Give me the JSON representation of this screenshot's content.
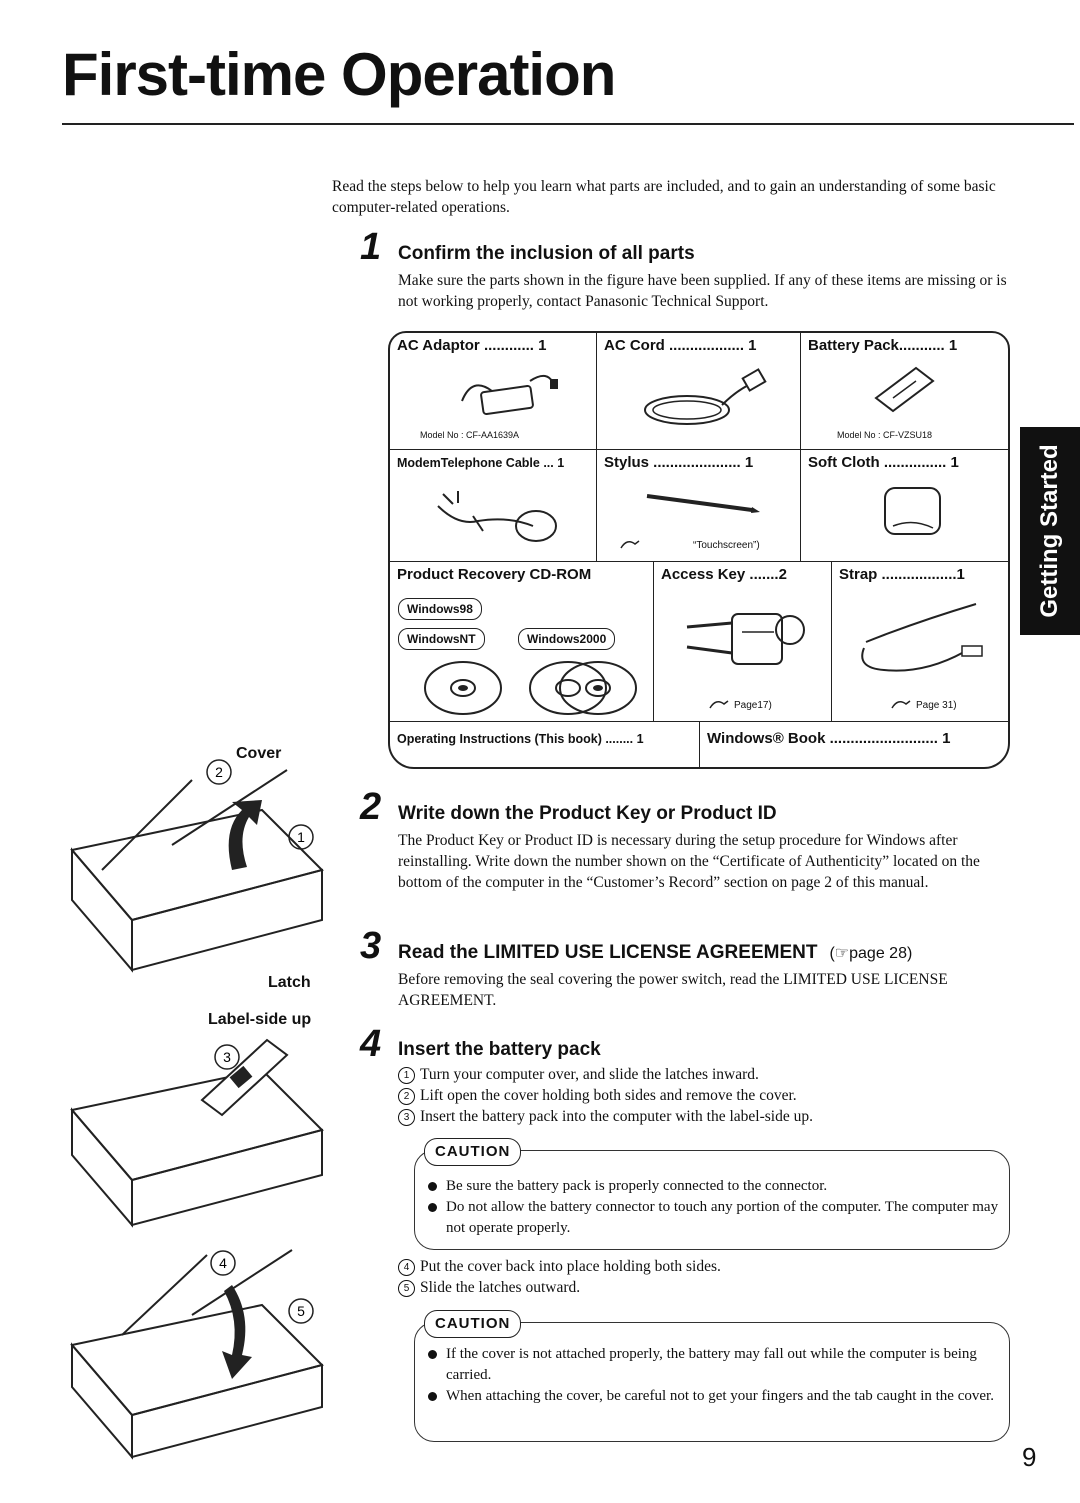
{
  "title": "First-time Operation",
  "intro": "Read the steps below to help you learn what parts are included, and to gain an understanding of some basic computer-related operations.",
  "side_tab": "Getting Started",
  "page_number": "9",
  "steps": [
    {
      "num": "1",
      "heading": "Confirm the inclusion of all parts",
      "text": "Make sure the parts shown in the figure have been supplied. If any of these items are missing or is not working properly, contact Panasonic Technical Support."
    },
    {
      "num": "2",
      "heading": "Write down the Product Key or Product ID",
      "text": "The Product Key or Product ID is necessary during the setup procedure for Windows after reinstalling. Write down the number shown on the “Certificate of Authenticity” located on the bottom of the computer in the “Customer’s Record” section on page 2 of this manual."
    },
    {
      "num": "3",
      "heading": "Read the LIMITED USE LICENSE AGREEMENT",
      "ref": "page 28",
      "text": "Before removing the seal covering the power switch, read the LIMITED USE LICENSE AGREEMENT."
    },
    {
      "num": "4",
      "heading": "Insert the battery pack"
    }
  ],
  "parts": {
    "ac_adaptor": "AC Adaptor ............ 1",
    "ac_adaptor_model": "Model No : CF-AA1639A",
    "ac_cord": "AC Cord .................. 1",
    "battery_pack": "Battery Pack........... 1",
    "battery_pack_model": "Model No : CF-VZSU18",
    "modem_cable": "ModemTelephone Cable ... 1",
    "stylus": "Stylus ..................... 1",
    "stylus_note": "“Touchscreen”)",
    "soft_cloth": "Soft Cloth ............... 1",
    "recovery_cd": "Product Recovery CD-ROM",
    "badges": [
      "Windows98",
      "WindowsNT",
      "Windows2000"
    ],
    "access_key": "Access Key .......2",
    "access_key_note": "Page17)",
    "strap": "Strap ..................1",
    "strap_note": "Page 31)",
    "op_instructions": "Operating Instructions (This book) ........ 1",
    "windows_book": "Windows® Book .......................... 1"
  },
  "illustration_labels": {
    "cover": "Cover",
    "latch": "Latch",
    "label_side_up": "Label-side up"
  },
  "battery_steps": [
    {
      "n": "1",
      "text": "Turn your computer over, and slide the latches inward."
    },
    {
      "n": "2",
      "text": "Lift open the cover holding both sides and remove the cover."
    },
    {
      "n": "3",
      "text": "Insert the battery pack into the computer with the label-side up."
    },
    {
      "n": "4",
      "text": "Put the cover back into place holding both sides."
    },
    {
      "n": "5",
      "text": "Slide the latches outward."
    }
  ],
  "caution_label": "CAUTION",
  "caution1": [
    "Be sure the battery pack is properly connected to the connector.",
    "Do not allow the battery connector to touch any portion of the computer. The computer may not operate properly."
  ],
  "caution2": [
    "If the cover is not attached properly, the battery may fall out while the computer is being carried.",
    "When attaching the cover, be careful not to get your fingers and the tab caught in the cover."
  ]
}
